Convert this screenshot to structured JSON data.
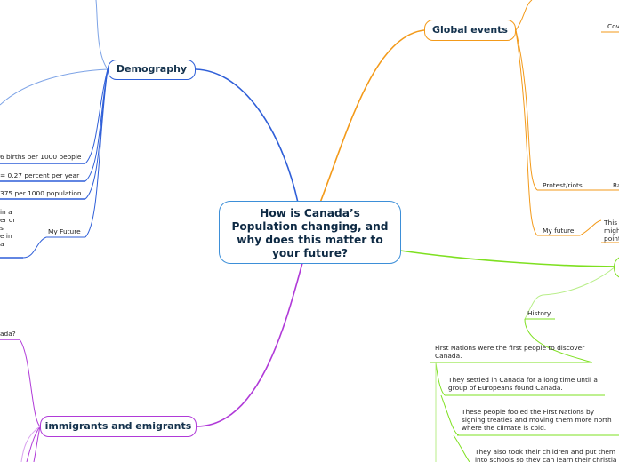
{
  "center": {
    "title": "How is Canada’s Population changing, and why does this matter to your future?"
  },
  "branches": {
    "demography": {
      "label": "Demography",
      "color": "#2f5fd8",
      "leaves": {
        "births": "6 births per 1000 people",
        "percent": "= 0.27 percent per year",
        "population": "375 per 1000 population",
        "partial": "in a\ner or\ns\ne in\na",
        "my_future": "My Future"
      }
    },
    "global_events": {
      "label": "Global events",
      "color": "#f39a1a",
      "leaves": {
        "cov": "Cov",
        "protest": "Protest/riots",
        "ra": "Ra",
        "my_future": "My future",
        "this": "This\nmigh\npoint"
      }
    },
    "history_branch": {
      "color": "#7ee020",
      "leaves": {
        "history": "History",
        "first_nations": "First Nations were the first people to discover Canada.",
        "settled": "They settled in Canada for a long time until a group of Europeans found Canada.",
        "fooled": "These people fooled the First Nations by signing treaties and moving them more north where the climate is cold.",
        "schools": "They also took their children and put them into schools so they can learn their christia"
      }
    },
    "immigrants": {
      "label": "immigrants and emigrants",
      "color": "#b03ad8",
      "leaves": {
        "ada": "ada?"
      }
    }
  }
}
